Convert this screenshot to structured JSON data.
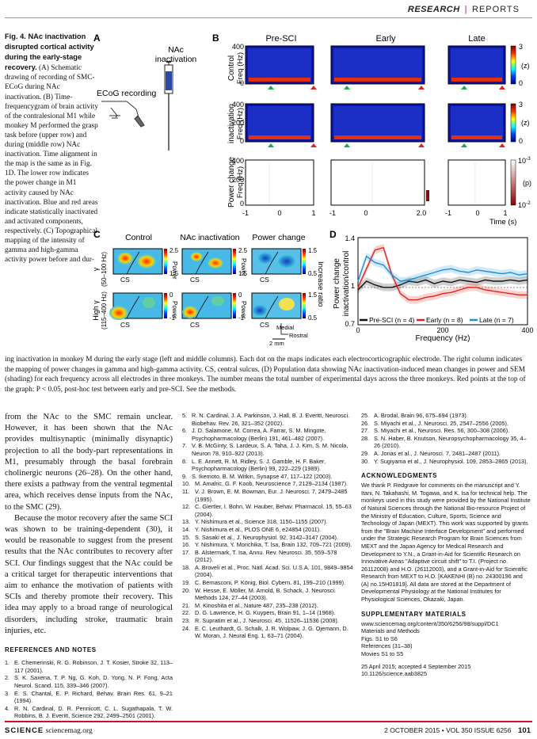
{
  "header": {
    "section": "RESEARCH",
    "divider": "|",
    "type": "REPORTS"
  },
  "caption": {
    "title": "Fig. 4. NAc inactivation disrupted cortical activity during the early-stage recovery.",
    "left_text": "(A) Schematic drawing of recording of SMC-ECoG during NAc inactivation. (B) Time-frequencygram of brain activity of the contralesional M1 while monkey M performed the grasp task before (upper row) and during (middle row) NAc inactivation. Time alignment in the map is the same as in Fig. 1D. The lower row indicates the power change in M1 activity caused by NAc inactivation. Blue and red areas indicate statistically inactivated and activated components, respectively. (C) Topographical mapping of the intensity of gamma and high-gamma activity power before and dur-",
    "bottom_text": "ing inactivation in monkey M during the early stage (left and middle columns). Each dot on the maps indicates each electrocorticographic electrode. The right column indicates the mapping of power changes in gamma and high-gamma activity. CS, central sulcus. (D) Population data showing NAc inactivation-induced mean changes in power and SEM (shading) for each frequency across all electrodes in three monkeys. The number means the total number of experimental days across the three monkeys. Red points at the top of the graph: P < 0.05, post-hoc test between early and pre-SCI. See the methods."
  },
  "panel_a": {
    "label": "A",
    "nac_label": "NAc\ninactivation",
    "ecog_label": "ECoG recording"
  },
  "panel_b": {
    "label": "B",
    "columns": [
      "Pre-SCI",
      "Early",
      "Late"
    ],
    "row_labels": [
      "Control",
      "inactivation",
      "Power change"
    ],
    "ylabel": "Freq (Hz)",
    "y_ticks": [
      "400",
      "200",
      "0"
    ],
    "x_ticks_1": [
      "-1",
      "0",
      "1"
    ],
    "x_ticks_2": [
      "-1",
      "0",
      "2.0"
    ],
    "x_ticks_3": [
      "-1",
      "0",
      "1"
    ],
    "xlabel": "Time (s)",
    "cbar_top": [
      "3",
      "0"
    ],
    "cbar_unit": "(z)",
    "cbar_bottom_top": "10",
    "cbar_bottom_top_exp": "-3",
    "cbar_bottom_bot": "10",
    "cbar_bottom_bot_exp": "-2",
    "cbar_bottom_unit": "(p)"
  },
  "panel_c": {
    "label": "C",
    "columns": [
      "Control",
      "NAc inactivation",
      "Power change"
    ],
    "row1_label": "γ\n(50–100 Hz)",
    "row2_label": "High γ\n(115–400 Hz)",
    "cs_label": "CS",
    "power_label": "Power",
    "row1_ticks": [
      "2.5",
      "1.5"
    ],
    "row2_ticks": [
      "0",
      "-1"
    ],
    "ratio_ticks_1": [
      "1.5",
      "0.5"
    ],
    "ratio_ticks_2": [
      "1.5",
      "0.5"
    ],
    "ratio_label": "Increase ratio",
    "medial": "Medial",
    "rostral": "Rostral",
    "scale": "2 mm"
  },
  "panel_d": {
    "label": "D",
    "ylabel": "Power change\ninactivation/control",
    "xlabel": "Frequency (Hz)",
    "y_ticks": [
      "1.4",
      "1",
      "0.7"
    ],
    "x_ticks": [
      "0",
      "200",
      "400"
    ],
    "legend": [
      "Pre-SCI (n = 4)",
      "Early (n = 8)",
      "Late (n = 7)"
    ]
  },
  "chart_data": {
    "type": "line",
    "title": "",
    "xlabel": "Frequency (Hz)",
    "ylabel": "Power change inactivation/control",
    "xlim": [
      0,
      400
    ],
    "ylim": [
      0.7,
      1.4
    ],
    "x": [
      0,
      20,
      40,
      60,
      80,
      100,
      120,
      140,
      160,
      180,
      200,
      220,
      240,
      260,
      280,
      300,
      320,
      340,
      360,
      380,
      400
    ],
    "series": [
      {
        "name": "Pre-SCI (n = 4)",
        "color": "#111111",
        "values": [
          0.98,
          1.05,
          1.02,
          1.0,
          1.0,
          1.02,
          1.05,
          1.04,
          1.06,
          1.03,
          1.05,
          1.04,
          1.06,
          1.05,
          1.04,
          1.06,
          1.05,
          1.05,
          1.06,
          1.05,
          1.06
        ]
      },
      {
        "name": "Early (n = 8)",
        "color": "#e0221c",
        "values": [
          1.0,
          1.15,
          1.3,
          1.32,
          1.1,
          0.95,
          0.9,
          0.9,
          0.92,
          0.93,
          0.95,
          0.96,
          0.98,
          1.0,
          1.0,
          0.98,
          0.97,
          0.96,
          0.95,
          0.94,
          0.94
        ]
      },
      {
        "name": "Late (n = 7)",
        "color": "#1e8fd6",
        "values": [
          1.05,
          1.25,
          1.2,
          1.18,
          1.1,
          1.05,
          1.06,
          1.08,
          1.1,
          1.12,
          1.14,
          1.15,
          1.13,
          1.12,
          1.14,
          1.13,
          1.12,
          1.11,
          1.12,
          1.1,
          1.11
        ]
      }
    ]
  },
  "body": {
    "p1": "from the NAc to the SMC remain unclear. However, it has been shown that the NAc provides multisynaptic (minimally disynaptic) projection to all the body-part representations in M1, presumably through the basal forebrain cholinergic neurons (26–28). On the other hand, there exists a pathway from the ventral tegmental area, which receives dense inputs from the NAc, to the SMC (29).",
    "p2": "Because the motor recovery after the same SCI was shown to be training-dependent (30), it would be reasonable to suggest from the present results that the NAc contributes to recovery after SCI. Our findings suggest that the NAc could be a critical target for therapeutic interventions that aim to enhance the motivation of patients with SCIs and thereby promote their recovery. This idea may apply to a broad range of neurological disorders, including stroke, traumatic brain injuries, etc."
  },
  "refs_title": "REFERENCES AND NOTES",
  "refs_col1": [
    {
      "n": "1.",
      "t": "E. Chemerinski, R. G. Robinson, J. T. Kosier, Stroke 32, 113–117 (2001)."
    },
    {
      "n": "2.",
      "t": "S. K. Saxena, T. P. Ng, G. Koh, D. Yong, N. P. Fong, Acta Neurol. Scand. 115, 339–346 (2007)."
    },
    {
      "n": "3.",
      "t": "E. S. Chantal, E. P. Richard, Behav. Brain Res. 61, 9–21 (1994)."
    },
    {
      "n": "4.",
      "t": "R. N. Cardinal, D. R. Pennicott, C. L. Sugathapala, T. W. Robbins, B. J. Everitt, Science 292, 2499–2501 (2001)."
    }
  ],
  "refs_col2": [
    {
      "n": "5.",
      "t": "R. N. Cardinal, J. A. Parkinson, J. Hall, B. J. Everitt, Neurosci. Biobehav. Rev. 26, 321–352 (2002)."
    },
    {
      "n": "6.",
      "t": "J. D. Salamone, M. Correa, A. Farrar, S. M. Mingote, Psychopharmacology (Berlin) 191, 461–482 (2007)."
    },
    {
      "n": "7.",
      "t": "V. B. McGinty, S. Lardeux, S. A. Taha, J. J. Kim, S. M. Nicola, Neuron 78, 910–922 (2013)."
    },
    {
      "n": "8.",
      "t": "L. E. Annett, R. M. Ridley, S. J. Gamble, H. F. Baker, Psychopharmacology (Berlin) 99, 222–229 (1989)."
    },
    {
      "n": "9.",
      "t": "S. Ikemoto, B. M. Witkin, Synapse 47, 117–122 (2003)."
    },
    {
      "n": "10.",
      "t": "M. Amalric, G. F. Koob, Neuroscience 7, 2129–2134 (1987)."
    },
    {
      "n": "11.",
      "t": "V. J. Brown, E. M. Bowman, Eur. J. Neurosci. 7, 2479–2485 (1995)."
    },
    {
      "n": "12.",
      "t": "C. Giertler, I. Bohn, W. Hauber, Behav. Pharmacol. 15, 55–63 (2004)."
    },
    {
      "n": "13.",
      "t": "Y. Nishimura et al., Science 318, 1150–1155 (2007)."
    },
    {
      "n": "14.",
      "t": "Y. Nishimura et al., PLOS ONE 6, e24854 (2011)."
    },
    {
      "n": "15.",
      "t": "S. Sasaki et al., J. Neurophysiol. 92, 3142–3147 (2004)."
    },
    {
      "n": "16.",
      "t": "Y. Nishimura, Y. Morichika, T. Isa, Brain 132, 709–721 (2009)."
    },
    {
      "n": "17.",
      "t": "B. Alstermark, T. Isa, Annu. Rev. Neurosci. 35, 559–578 (2012)."
    },
    {
      "n": "18.",
      "t": "A. Broveli et al., Proc. Natl. Acad. Sci. U.S.A. 101, 9849–9854 (2004)."
    },
    {
      "n": "19.",
      "t": "C. Bernasconi, P. König, Biol. Cybern. 81, 199–210 (1999)."
    },
    {
      "n": "20.",
      "t": "W. Hesse, E. Möller, M. Arnold, B. Schack, J. Neurosci. Methods 124, 27–44 (2003)."
    },
    {
      "n": "21.",
      "t": "M. Kinoshita et al., Nature 487, 235–238 (2012)."
    },
    {
      "n": "22.",
      "t": "D. G. Lawrence, H. G. Kuypers, Brain 91, 1–14 (1968)."
    },
    {
      "n": "23.",
      "t": "R. Supratim et al., J. Neurosci. 45, 11526–11536 (2008)."
    },
    {
      "n": "24.",
      "t": "E. C. Leuthardt, G. Schalk, J. R. Wolpaw, J. G. Ojemann, D. W. Moran, J. Neural Eng. 1, 63–71 (2004)."
    }
  ],
  "refs_col3": [
    {
      "n": "25.",
      "t": "A. Brodal, Brain 96, 675–694 (1973)."
    },
    {
      "n": "26.",
      "t": "S. Miyachi et al., J. Neurosci. 25, 2547–2556 (2005)."
    },
    {
      "n": "27.",
      "t": "S. Miyachi et al., Neurosci. Res. 56, 300–308 (2006)."
    },
    {
      "n": "28.",
      "t": "S. N. Haber, B. Knutson, Neuropsychopharmacology 35, 4–26 (2010)."
    },
    {
      "n": "29.",
      "t": "A. Jonas et al., J. Neurosci. 7, 2481–2487 (2011)."
    },
    {
      "n": "30.",
      "t": "Y. Sugiyama et al., J. Neurophysiol. 109, 2853–2865 (2013)."
    }
  ],
  "ack_title": "ACKNOWLEDGMENTS",
  "ack_text": "We thank P. Redgrave for comments on the manuscript and Y. Itani, N. Takahashi, M. Togawa, and K. Isa for technical help. The monkeys used in this study were provided by the National Institute of Natural Sciences through the National Bio-resource Project of the Ministry of Education, Culture, Sports, Science and Technology of Japan (MEXT). This work was supported by grants from the \"Brain Machine Interface Development\" and performed under the Strategic Research Program for Brain Sciences from MEXT and the Japan Agency for Medical Research and Development to Y.N., a Grant-in-Aid for Scientific Research on Innovative Areas \"Adaptive circuit shift\" to T.I. (Project no. 26112008) and H.O. (26112003), and a Grant-in-Aid for Scientific Research from MEXT to H.O. [KAKENHI (B) no. 24300196 and (A) no.15H01819]. All data are stored at the Department of Developmental Physiology at the National Institutes for Physiological Sciences, Okazaki, Japan.",
  "supp_title": "SUPPLEMENTARY MATERIALS",
  "supp_lines": [
    "www.sciencemag.org/content/350/6256/98/suppl/DC1",
    "Materials and Methods",
    "Figs. S1 to S6",
    "References (31–38)",
    "Movies S1 to S5"
  ],
  "dates": [
    "25 April 2015; accepted 4 September 2015",
    "10.1126/science.aab3825"
  ],
  "footer": {
    "journal": "SCIENCE",
    "site": "sciencemag.org",
    "issue": "2 OCTOBER 2015 • VOL 350 ISSUE 6256",
    "page": "101"
  }
}
